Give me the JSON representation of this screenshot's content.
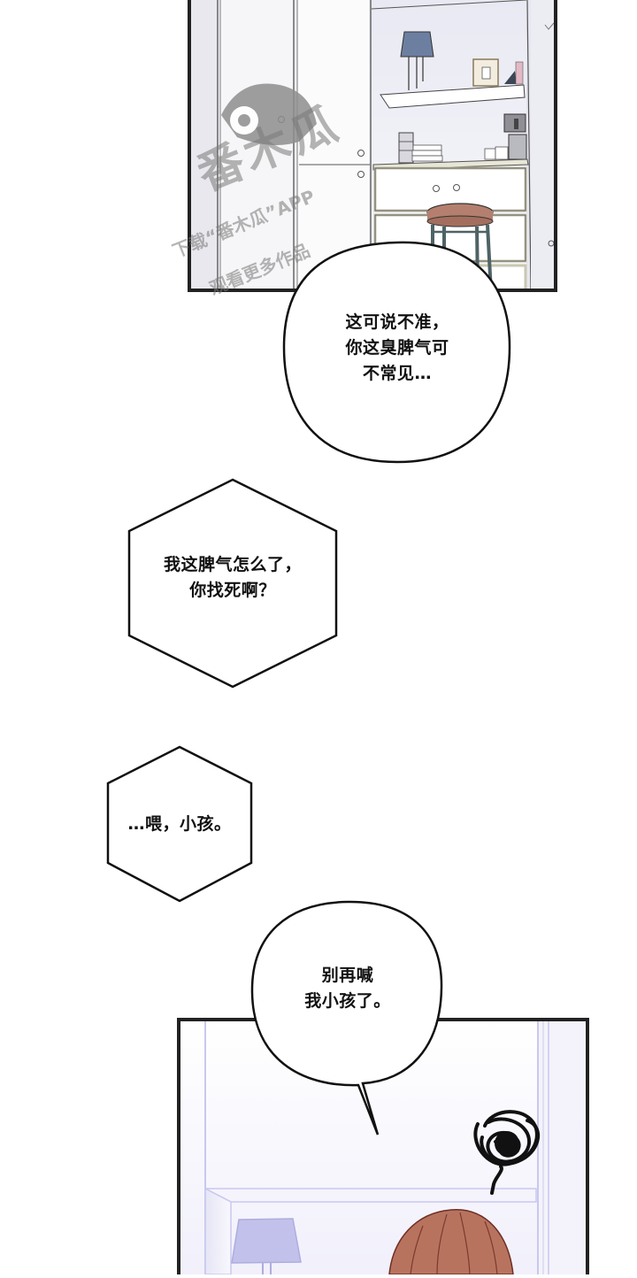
{
  "page": {
    "type": "webcomic-strip",
    "background": "#ffffff"
  },
  "watermark": {
    "logo_text": "番木瓜",
    "line1": "下载“番木瓜”APP",
    "line2": "观看更多作品",
    "color": "#8a8a8a"
  },
  "panels": [
    {
      "id": "top-panel",
      "scene": "room with wardrobe, shelves, lamp, picture frame, coffee machine, drawers and stool",
      "border_color": "#222222"
    },
    {
      "id": "bottom-panel",
      "scene": "lavender-tinted room with lamp and brown-haired character, angry scribble symbol",
      "border_color": "#222222",
      "hair_color": "#b8735f",
      "tint_color": "#c9c8ee"
    }
  ],
  "bubbles": [
    {
      "id": "bubble-1",
      "shape": "round",
      "text": "这可说不准，\n你这臭脾气可\n不常见…"
    },
    {
      "id": "bubble-2",
      "shape": "hexagon",
      "text": "我这脾气怎么了，\n你找死啊？"
    },
    {
      "id": "bubble-3",
      "shape": "hexagon",
      "text": "…喂，小孩。"
    },
    {
      "id": "bubble-4",
      "shape": "round-with-tail",
      "text": "别再喊\n我小孩了。"
    }
  ]
}
